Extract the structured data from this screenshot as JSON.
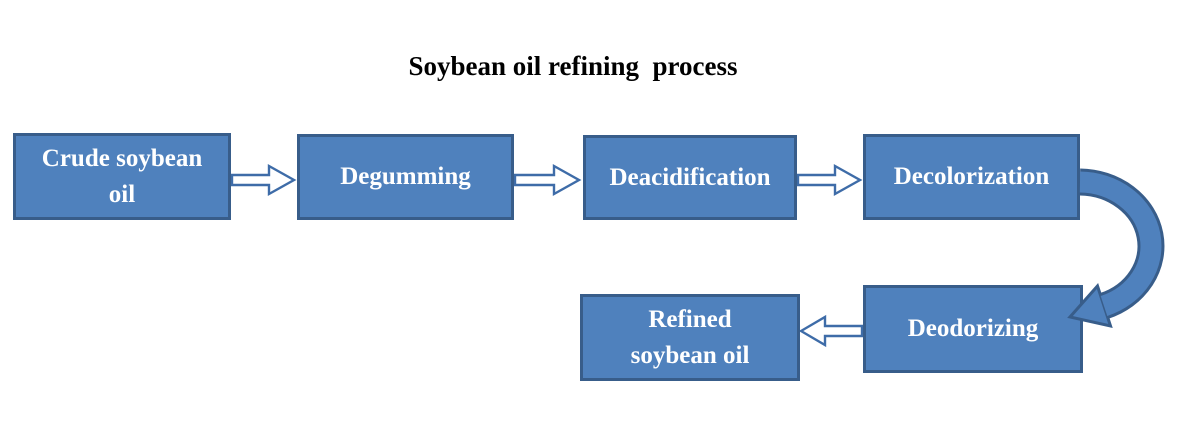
{
  "title": "Soybean oil refining  process",
  "colors": {
    "box_fill": "#4F81BD",
    "box_border": "#385D8A",
    "box_text": "#FFFFFF",
    "title_text": "#000000",
    "hollow_arrow_fill": "#FFFFFF",
    "hollow_arrow_outline": "#3E6CA8",
    "curved_arrow_fill": "#4F81BD",
    "curved_arrow_border": "#385D8A"
  },
  "nodes": [
    {
      "id": "crude",
      "label": "Crude soybean\noil"
    },
    {
      "id": "degumming",
      "label": "Degumming"
    },
    {
      "id": "deacidification",
      "label": "Deacidification"
    },
    {
      "id": "decolorization",
      "label": "Decolorization"
    },
    {
      "id": "deodorizing",
      "label": "Deodorizing"
    },
    {
      "id": "refined",
      "label": "Refined\nsoybean oil"
    }
  ],
  "edges": [
    {
      "from": "crude",
      "to": "degumming",
      "style": "hollow-right"
    },
    {
      "from": "degumming",
      "to": "deacidification",
      "style": "hollow-right"
    },
    {
      "from": "deacidification",
      "to": "decolorization",
      "style": "hollow-right"
    },
    {
      "from": "decolorization",
      "to": "deodorizing",
      "style": "curved-down"
    },
    {
      "from": "deodorizing",
      "to": "refined",
      "style": "hollow-left"
    }
  ]
}
